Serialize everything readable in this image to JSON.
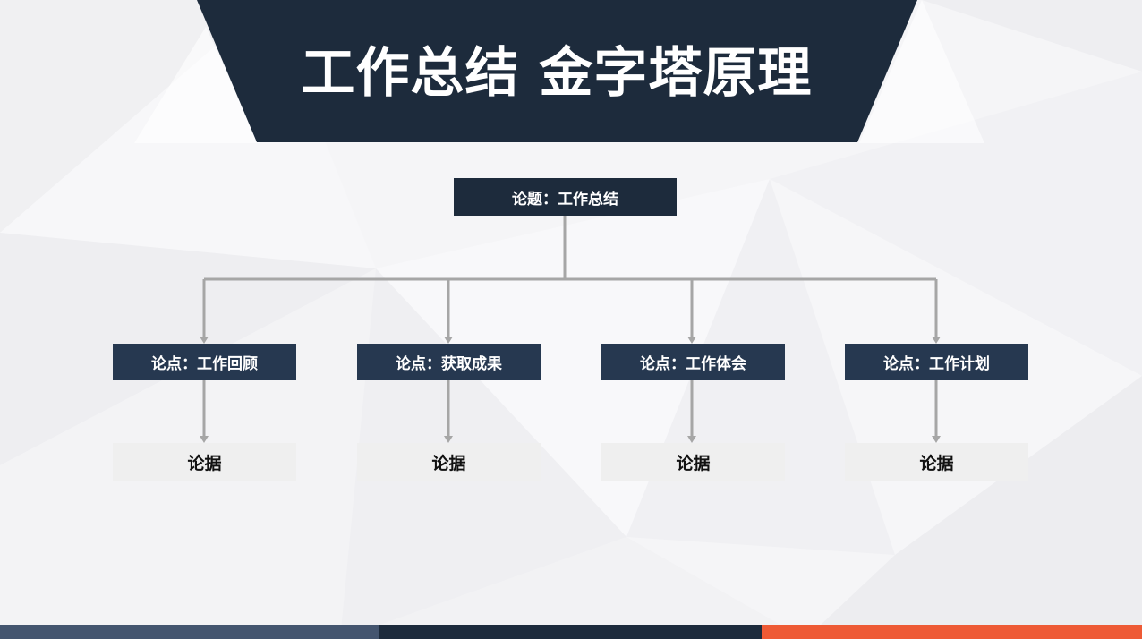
{
  "title": "工作总结 金字塔原理",
  "root": {
    "label": "论题：工作总结"
  },
  "points": [
    {
      "label": "论点：工作回顾",
      "evidence": "论据"
    },
    {
      "label": "论点：获取成果",
      "evidence": "论据"
    },
    {
      "label": "论点：工作体会",
      "evidence": "论据"
    },
    {
      "label": "论点：工作计划",
      "evidence": "论据"
    }
  ],
  "colors": {
    "banner": "#1d2b3c",
    "root_box": "#1d2b3c",
    "point_box": "#263850",
    "evidence_box": "#efefef",
    "connector": "#a6a6a6",
    "bar_left": "#44556f",
    "bar_middle": "#1d2b3c",
    "bar_right": "#ee5a35"
  }
}
